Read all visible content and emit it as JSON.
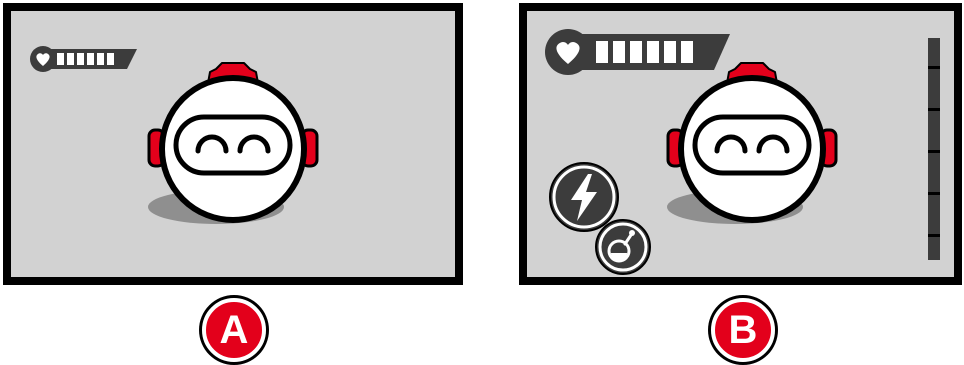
{
  "panels": [
    {
      "label": "A",
      "health": {
        "icon": "heart-icon",
        "segments": 6,
        "filled": 6
      },
      "character": {
        "icon": "robot-helmet-character",
        "face": "smiling-eyes"
      },
      "abilities": [],
      "side_meter": null
    },
    {
      "label": "B",
      "health": {
        "icon": "heart-icon",
        "segments": 6,
        "filled": 6
      },
      "character": {
        "icon": "robot-helmet-character",
        "face": "smiling-eyes"
      },
      "abilities": [
        {
          "icon": "lightning-bolt-icon"
        },
        {
          "icon": "potion-flask-icon"
        }
      ],
      "side_meter": {
        "segments": 5
      }
    }
  ],
  "colors": {
    "screen_bg": "#d2d2d2",
    "frame": "#000000",
    "accent_red": "#e3001b",
    "hud_dark": "#3c3c3c",
    "shadow": "#8f8f8f"
  }
}
